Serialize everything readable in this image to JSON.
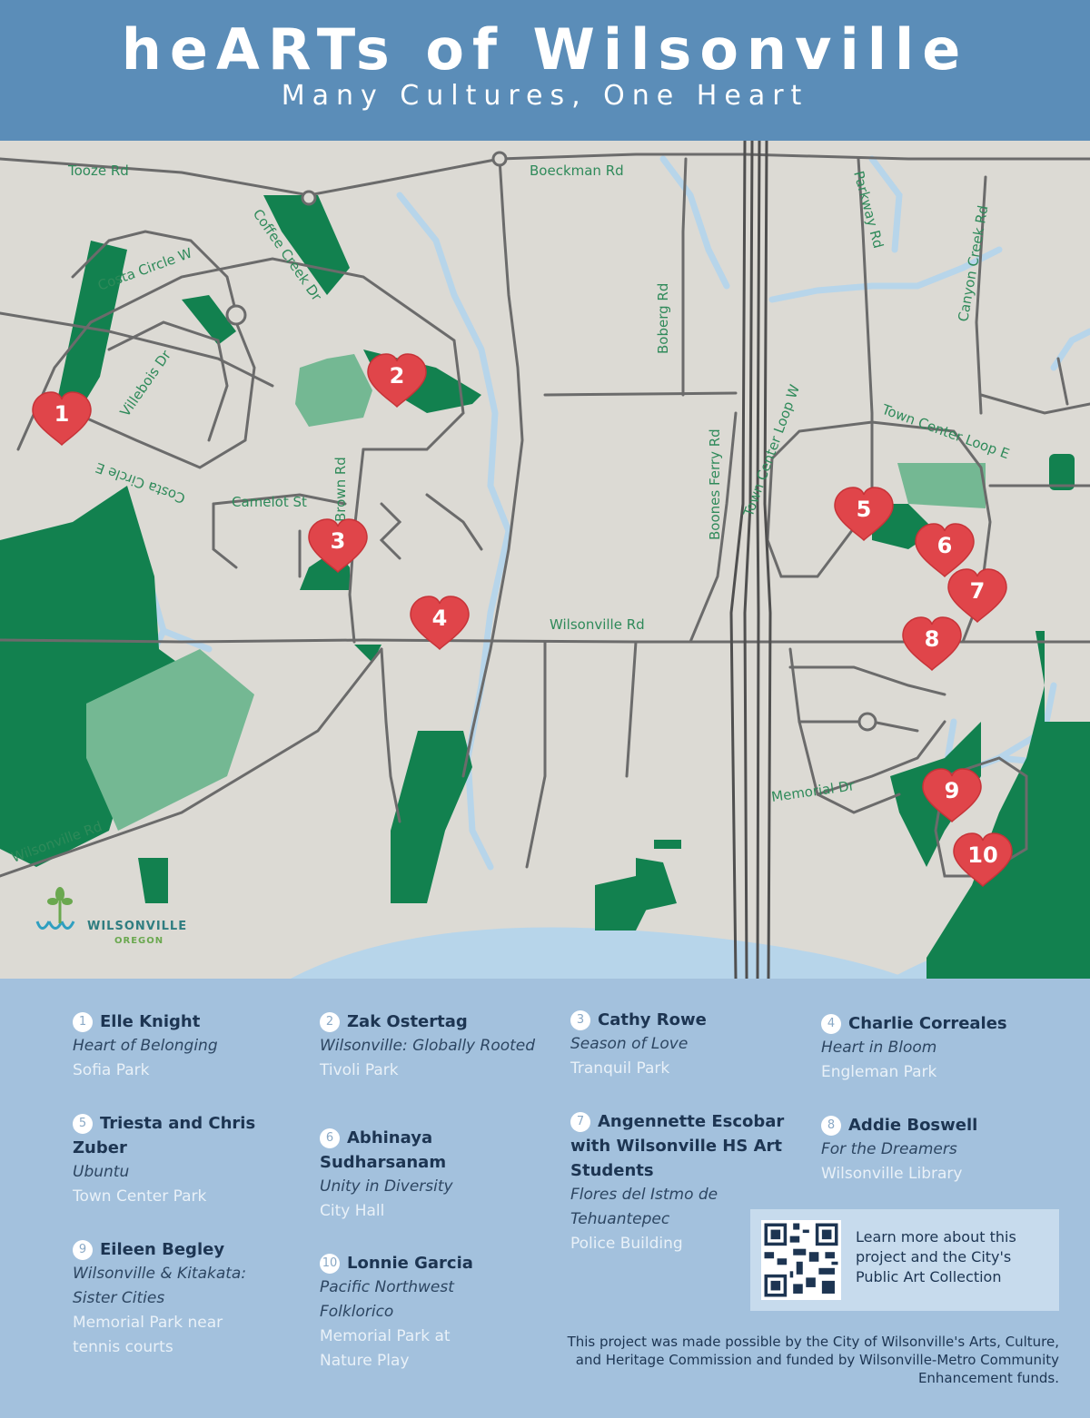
{
  "header": {
    "title": "heARTs of Wilsonville",
    "subtitle": "Many Cultures, One Heart"
  },
  "map": {
    "road_labels": {
      "tooze": "Tooze Rd",
      "boeckman": "Boeckman Rd",
      "parkway": "Parkway Rd",
      "canyon_creek": "Canyon Creek Rd",
      "costa_w": "Costa Circle W",
      "coffee_creek": "Coffee Creek Dr",
      "boberg": "Boberg Rd",
      "villebois": "Villebois Dr",
      "town_center_w": "Town Center Loop W",
      "town_center_e": "Town Center Loop E",
      "boones_ferry": "Boones Ferry Rd",
      "costa_e": "Costa Circle E",
      "camelot": "Camelot St",
      "brown": "Brown Rd",
      "wilsonville_rd": "Wilsonville Rd",
      "memorial": "Memorial Dr",
      "wilsonville_rd_sw": "Wilsonville Rd"
    },
    "hearts": [
      "1",
      "2",
      "3",
      "4",
      "5",
      "6",
      "7",
      "8",
      "9",
      "10"
    ],
    "colors": {
      "land": "#dcdad4",
      "park_dark": "#12814f",
      "park_light": "#74b893",
      "water": "#b7d5ea",
      "road": "#6b6b6b",
      "heart": "#e0454a"
    }
  },
  "logo": {
    "name": "WILSONVILLE",
    "sub": "OREGON"
  },
  "legend": {
    "entries": [
      {
        "num": "1",
        "name": "Elle Knight",
        "work": "Heart of Belonging",
        "location": "Sofia Park"
      },
      {
        "num": "2",
        "name": "Zak Ostertag",
        "work": "Wilsonville: Globally Rooted",
        "location": "Tivoli Park"
      },
      {
        "num": "3",
        "name": "Cathy Rowe",
        "work": "Season of Love",
        "location": "Tranquil Park"
      },
      {
        "num": "4",
        "name": "Charlie Correales",
        "work": "Heart in Bloom",
        "location": "Engleman Park"
      },
      {
        "num": "5",
        "name": "Triesta and Chris Zuber",
        "work": "Ubuntu",
        "location": "Town Center Park"
      },
      {
        "num": "6",
        "name": "Abhinaya Sudharsanam",
        "work": "Unity in Diversity",
        "location": "City Hall"
      },
      {
        "num": "7",
        "name": "Angennette Escobar with Wilsonville HS Art Students",
        "work": "Flores del Istmo de Tehuantepec",
        "location": "Police Building"
      },
      {
        "num": "8",
        "name": "Addie Boswell",
        "work": "For the Dreamers",
        "location": "Wilsonville Library"
      },
      {
        "num": "9",
        "name": "Eileen Begley",
        "work": "Wilsonville & Kitakata: Sister Cities",
        "location": "Memorial Park near tennis courts"
      },
      {
        "num": "10",
        "name": "Lonnie Garcia",
        "work": "Pacific Northwest Folklorico",
        "location": "Memorial Park at Nature Play"
      }
    ],
    "qr_text": "Learn more about this project and the City's Public Art Collection",
    "credits": "This project was made possible by the City of Wilsonville's Arts, Culture, and Heritage Commission and funded by Wilsonville-Metro Community Enhancement funds."
  }
}
